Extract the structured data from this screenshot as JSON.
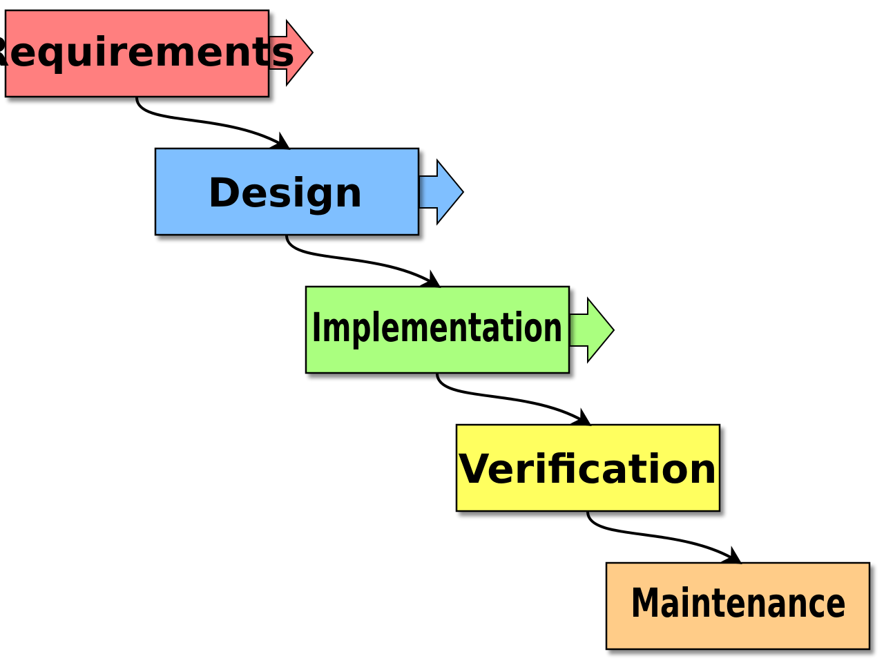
{
  "stages": [
    {
      "label": "Requirements",
      "color": "#ff7f7f"
    },
    {
      "label": "Design",
      "color": "#7fbfff"
    },
    {
      "label": "Implementation",
      "color": "#aaff7f"
    },
    {
      "label": "Verification",
      "color": "#ffff5f"
    },
    {
      "label": "Maintenance",
      "color": "#ffcc88"
    }
  ],
  "colors": {
    "outline": "#000000",
    "background": "#ffffff"
  },
  "icons": {
    "side_arrow": "right-arrow-icon",
    "connector": "curved-arrow-icon"
  }
}
